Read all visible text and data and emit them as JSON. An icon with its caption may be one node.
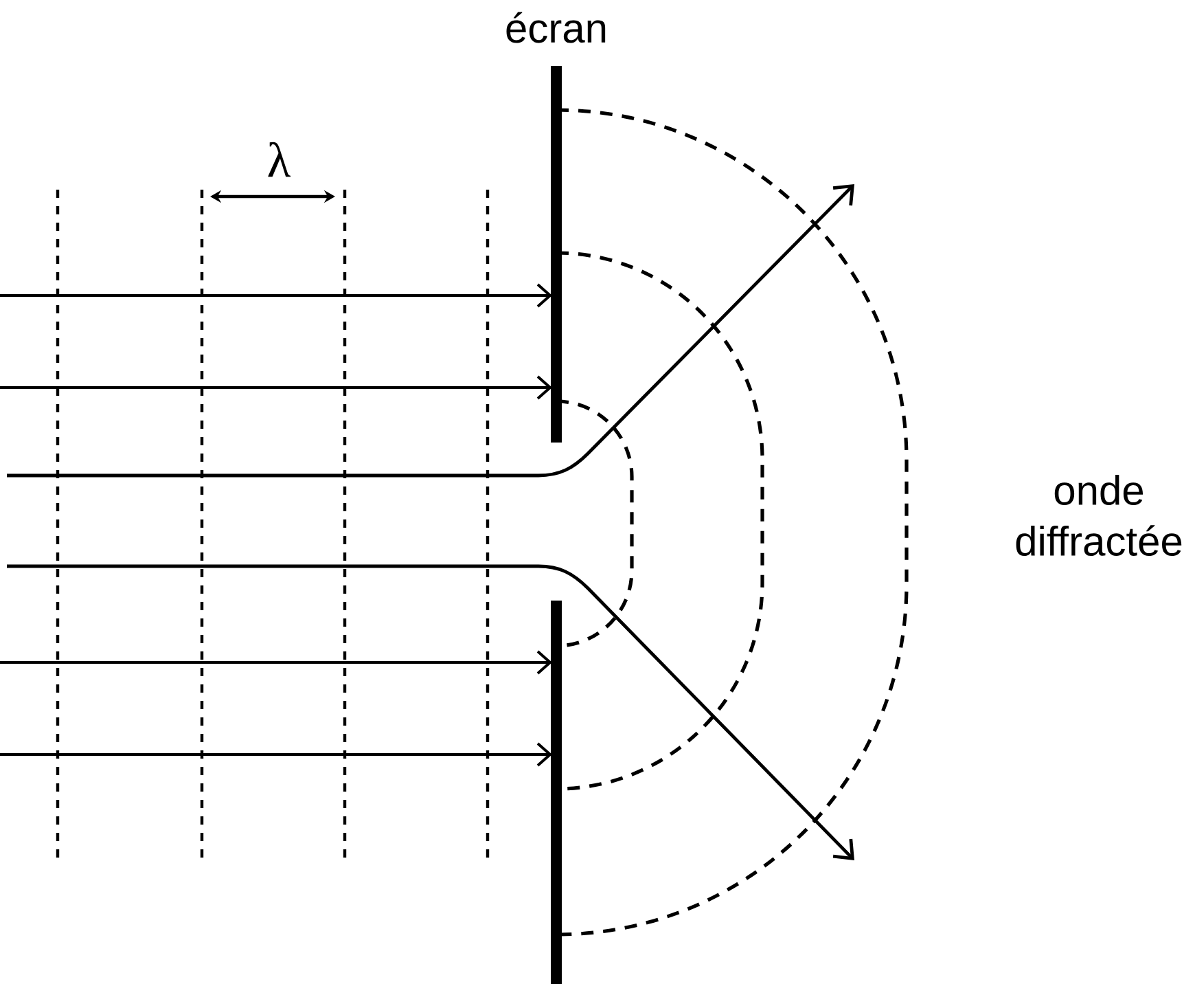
{
  "diagram": {
    "labels": [
      "écran",
      "λ",
      "onde diffractée"
    ]
  }
}
